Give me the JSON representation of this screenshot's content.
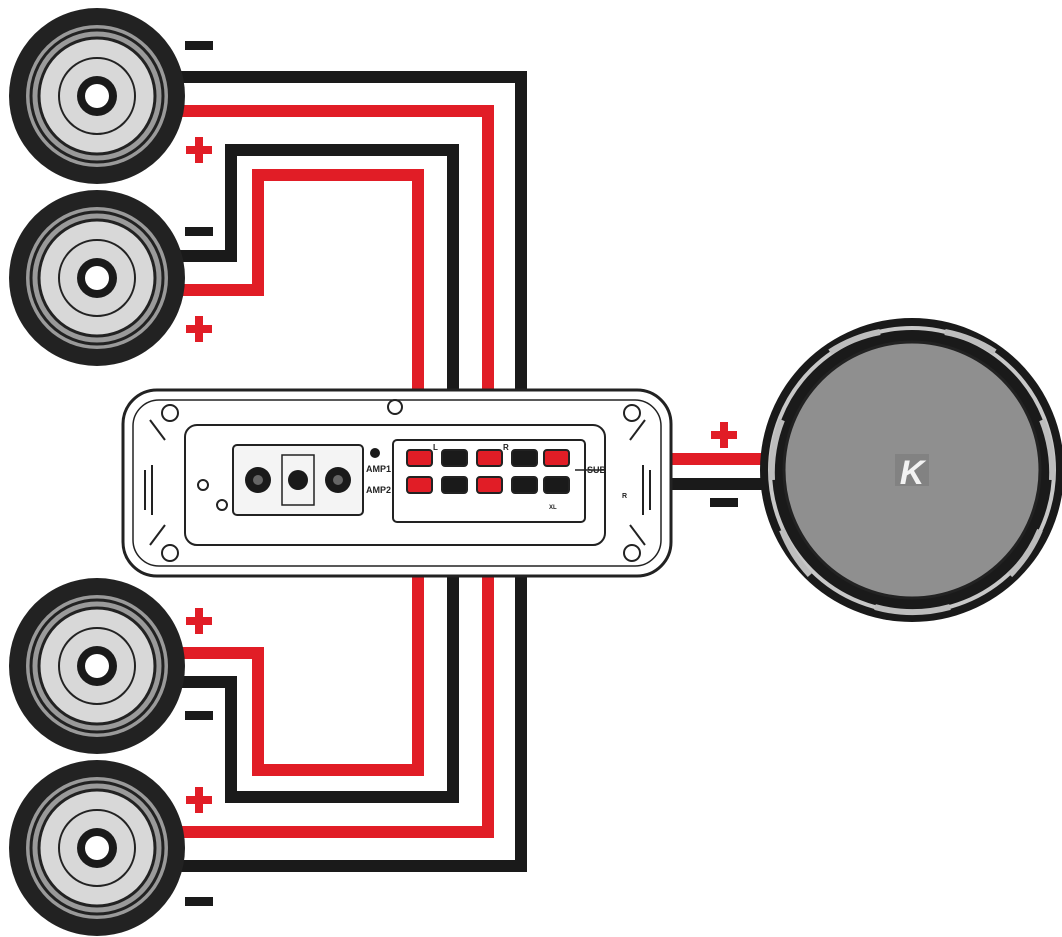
{
  "colors": {
    "positive_wire": "#e11d26",
    "negative_wire": "#1a1a1a",
    "speaker_dark": "#222222",
    "speaker_mid": "#9a9a9a",
    "speaker_light": "#d8d8d8",
    "sub_cone": "#8f8f8f",
    "amp_outline": "#222222",
    "background": "#ffffff"
  },
  "symbols": {
    "positive": "+",
    "negative": "−"
  },
  "amplifier": {
    "label_amp1": "AMP1",
    "label_amp2": "AMP2",
    "label_sub": "SUB",
    "label_l": "L",
    "label_r": "R",
    "label_r2": "R",
    "label_xl": "XL"
  },
  "subwoofer": {
    "logo": "K"
  },
  "icons": {
    "speaker": "speaker-icon",
    "subwoofer": "subwoofer-icon",
    "amplifier": "amplifier-icon"
  }
}
